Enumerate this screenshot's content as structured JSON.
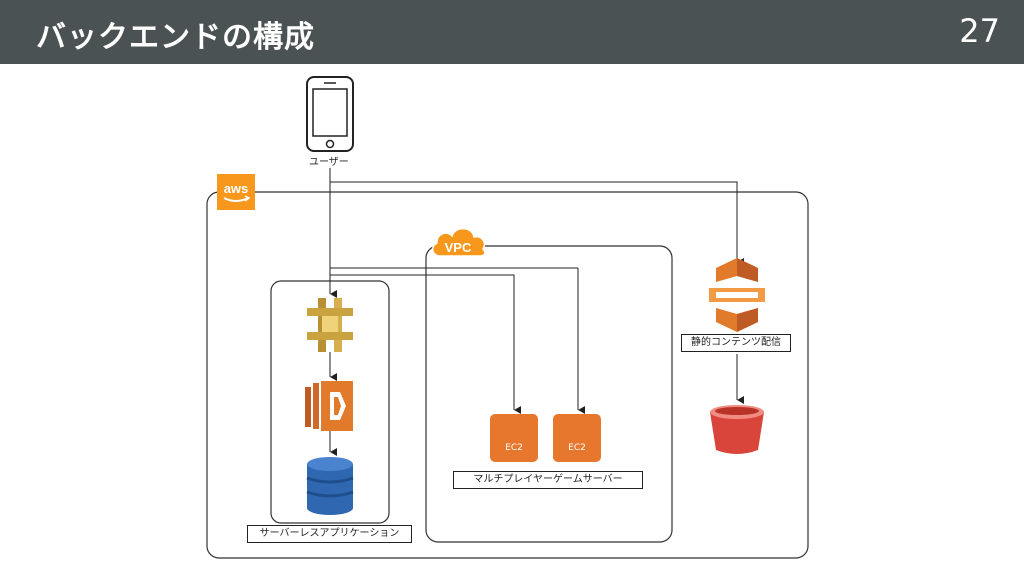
{
  "slide": {
    "title": "バックエンドの構成",
    "page_number": "27"
  },
  "diagram": {
    "user_label": "ユーザー",
    "aws_logo_text": "aws",
    "vpc_label": "VPC",
    "ec2_left": "EC2",
    "ec2_right": "EC2",
    "multiplayer_label": "マルチプレイヤーゲームサーバー",
    "serverless_label": "サーバーレスアプリケーション",
    "static_content_label": "静的コンテンツ配信"
  },
  "colors": {
    "header_bg": "#4b5253",
    "aws_orange": "#f7981d",
    "ec2_orange": "#e8772e",
    "api_gateway_gold": "#c9a33f",
    "lambda_orange": "#e27a2b",
    "dynamodb_blue": "#2f67b1",
    "s3_red": "#d9453a"
  }
}
